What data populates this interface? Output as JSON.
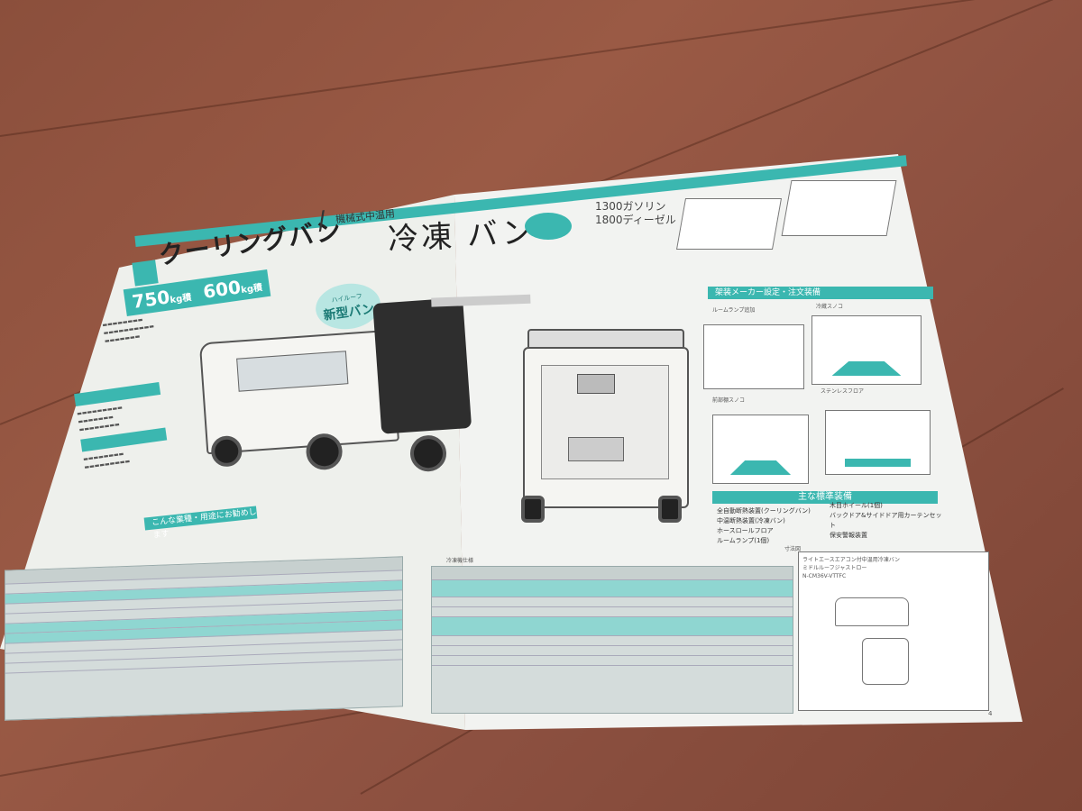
{
  "brochure": {
    "left_page": {
      "title": "クーリングバン",
      "separator": "/",
      "weights": {
        "a": "750",
        "a_unit": "kg積",
        "b": "600",
        "b_unit": "kg積"
      },
      "badge_top": "ハイルーフ",
      "badge": "新型バン",
      "feature_heading": "こんな業種・用途にお勧めします"
    },
    "right_page": {
      "subtitle": "機械式中温用",
      "title": "冷凍 バン",
      "engine_line1": "1300ガソリン",
      "engine_line2": "1800ディーゼル",
      "maker_options_heading": "架装メーカー設定・注文装備",
      "maker_options": [
        "ルームランプ追加",
        "冷蔵スノコ",
        "前部棚スノコ",
        "ステンレスフロア"
      ],
      "standard_heading": "主な標準装備",
      "standard_items": [
        "全自動断熱装置(クーリングバン)",
        "中温断熱装置(冷凍バン)",
        "ホースロールフロア",
        "ルームランプ(1個)",
        "木目ホイール(1個)",
        "バックドア&サイドドア用カーテンセット",
        "保安警報装置"
      ],
      "table_heading": "冷凍機仕様",
      "dimension_heading": "寸法図",
      "dimension_model_line1": "ライトエースエアコン付中温用冷凍バン",
      "dimension_model_line2": "ミドルルーフジャストロー",
      "dimension_model_line3": "N-CM36V-VTTFC",
      "page_number": "4"
    }
  },
  "colors": {
    "accent": "#3bb7b0",
    "paper": "#f0f1ee",
    "floor": "#8b4f3c"
  }
}
